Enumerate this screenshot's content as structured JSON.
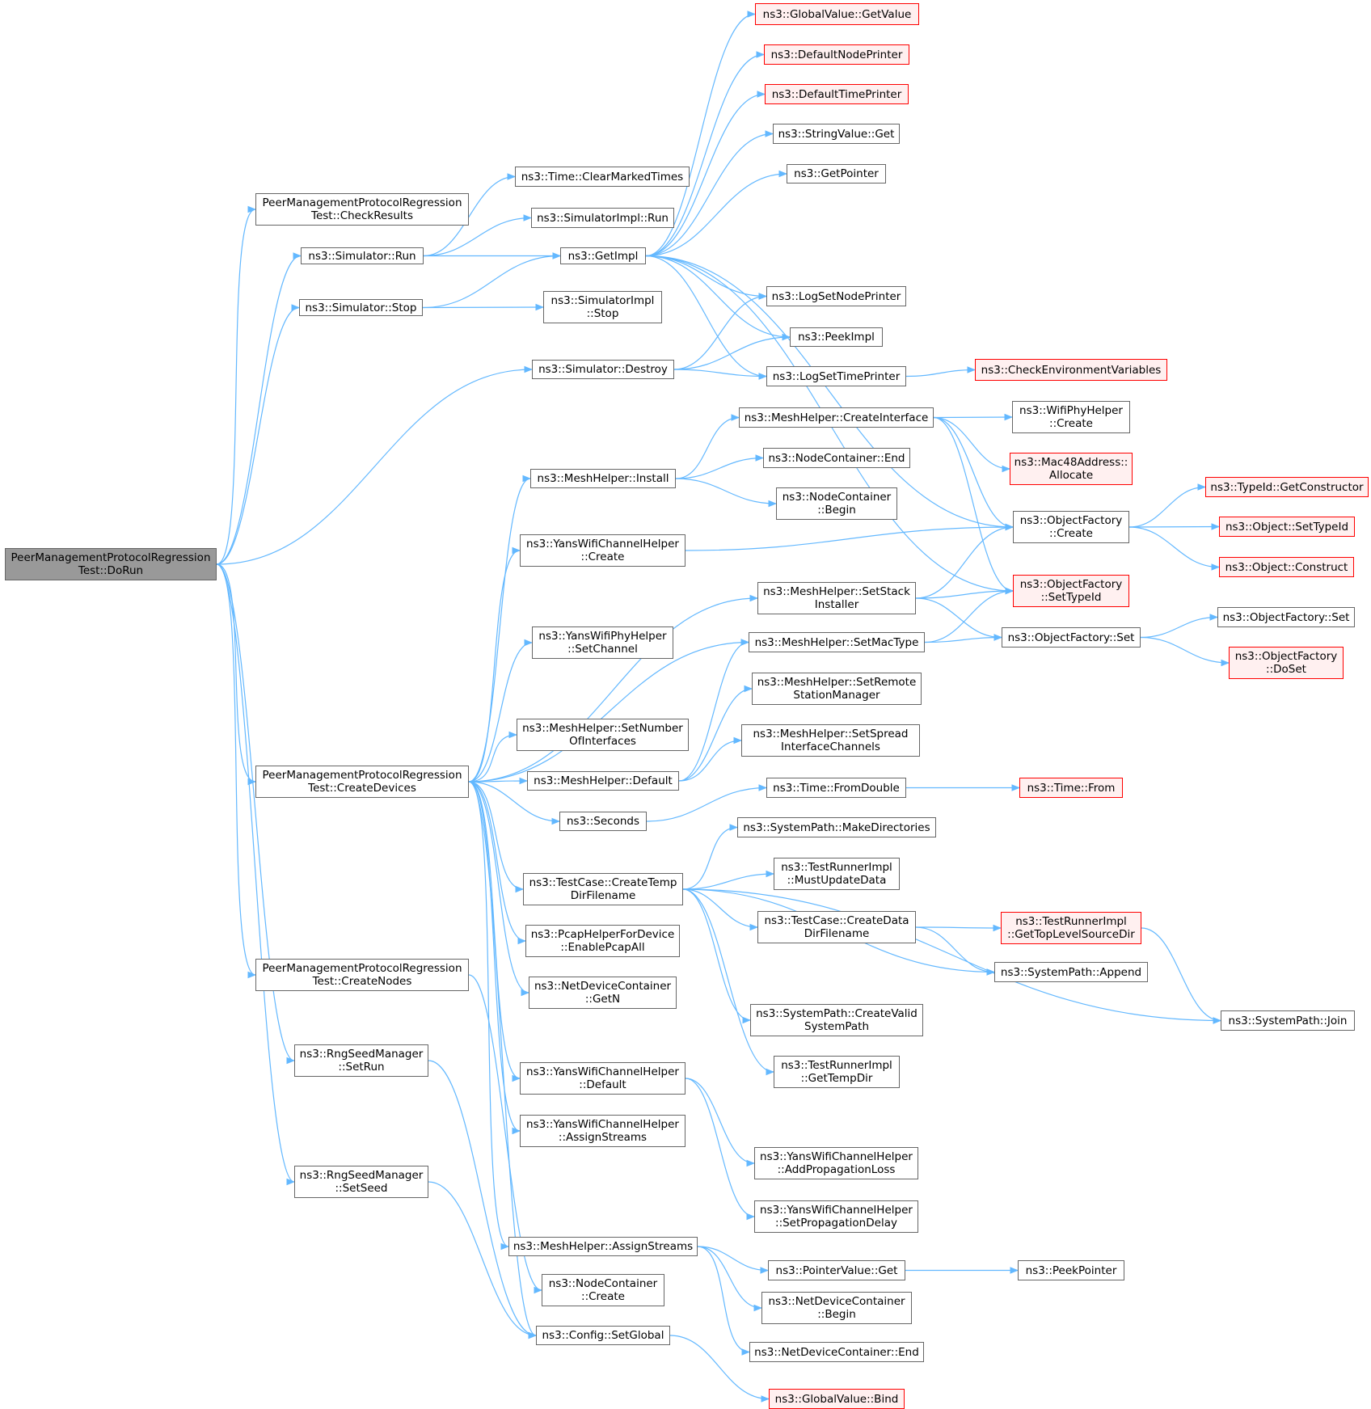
{
  "colors": {
    "edge": "#63b8ff",
    "node_border": "#666666",
    "missing_border": "#ff0000",
    "missing_fill": "#fff0f0",
    "root_fill": "#999999"
  },
  "nodes": [
    {
      "id": "dorun",
      "lines": [
        "PeerManagementProtocolRegression",
        "Test::DoRun"
      ],
      "style": "root"
    },
    {
      "id": "checkresults",
      "lines": [
        "PeerManagementProtocolRegression",
        "Test::CheckResults"
      ]
    },
    {
      "id": "simrun",
      "lines": [
        "ns3::Simulator::Run"
      ]
    },
    {
      "id": "simstop",
      "lines": [
        "ns3::Simulator::Stop"
      ]
    },
    {
      "id": "createdevices",
      "lines": [
        "PeerManagementProtocolRegression",
        "Test::CreateDevices"
      ]
    },
    {
      "id": "createnodes",
      "lines": [
        "PeerManagementProtocolRegression",
        "Test::CreateNodes"
      ]
    },
    {
      "id": "rngsetrun",
      "lines": [
        "ns3::RngSeedManager",
        "::SetRun"
      ]
    },
    {
      "id": "rngsetseed",
      "lines": [
        "ns3::RngSeedManager",
        "::SetSeed"
      ]
    },
    {
      "id": "clearmarked",
      "lines": [
        "ns3::Time::ClearMarkedTimes"
      ]
    },
    {
      "id": "simimplrun",
      "lines": [
        "ns3::SimulatorImpl::Run"
      ]
    },
    {
      "id": "getimpl",
      "lines": [
        "ns3::GetImpl"
      ]
    },
    {
      "id": "simimplstop",
      "lines": [
        "ns3::SimulatorImpl",
        "::Stop"
      ]
    },
    {
      "id": "simdestroy",
      "lines": [
        "ns3::Simulator::Destroy"
      ]
    },
    {
      "id": "meshinstall",
      "lines": [
        "ns3::MeshHelper::Install"
      ]
    },
    {
      "id": "yanschcreate",
      "lines": [
        "ns3::YansWifiChannelHelper",
        "::Create"
      ]
    },
    {
      "id": "yansphysetch",
      "lines": [
        "ns3::YansWifiPhyHelper",
        "::SetChannel"
      ]
    },
    {
      "id": "meshsetnum",
      "lines": [
        "ns3::MeshHelper::SetNumber",
        "OfInterfaces"
      ]
    },
    {
      "id": "meshdefault",
      "lines": [
        "ns3::MeshHelper::Default"
      ]
    },
    {
      "id": "seconds",
      "lines": [
        "ns3::Seconds"
      ]
    },
    {
      "id": "createtemp",
      "lines": [
        "ns3::TestCase::CreateTemp",
        "DirFilename"
      ]
    },
    {
      "id": "pcapall",
      "lines": [
        "ns3::PcapHelperForDevice",
        "::EnablePcapAll"
      ]
    },
    {
      "id": "ndcgetn",
      "lines": [
        "ns3::NetDeviceContainer",
        "::GetN"
      ]
    },
    {
      "id": "yanschdefault",
      "lines": [
        "ns3::YansWifiChannelHelper",
        "::Default"
      ]
    },
    {
      "id": "yanschassign",
      "lines": [
        "ns3::YansWifiChannelHelper",
        "::AssignStreams"
      ]
    },
    {
      "id": "meshassign",
      "lines": [
        "ns3::MeshHelper::AssignStreams"
      ]
    },
    {
      "id": "nccreate",
      "lines": [
        "ns3::NodeContainer",
        "::Create"
      ]
    },
    {
      "id": "setglobal",
      "lines": [
        "ns3::Config::SetGlobal"
      ]
    },
    {
      "id": "gvgetvalue",
      "lines": [
        "ns3::GlobalValue::GetValue"
      ],
      "style": "red"
    },
    {
      "id": "defnodeprinter",
      "lines": [
        "ns3::DefaultNodePrinter"
      ],
      "style": "red"
    },
    {
      "id": "deftimeprinter",
      "lines": [
        "ns3::DefaultTimePrinter"
      ],
      "style": "red"
    },
    {
      "id": "stringvalget",
      "lines": [
        "ns3::StringValue::Get"
      ]
    },
    {
      "id": "getpointer",
      "lines": [
        "ns3::GetPointer"
      ]
    },
    {
      "id": "logsetnode",
      "lines": [
        "ns3::LogSetNodePrinter"
      ]
    },
    {
      "id": "peekimpl",
      "lines": [
        "ns3::PeekImpl"
      ]
    },
    {
      "id": "logsettime",
      "lines": [
        "ns3::LogSetTimePrinter"
      ]
    },
    {
      "id": "meshcreateif",
      "lines": [
        "ns3::MeshHelper::CreateInterface"
      ]
    },
    {
      "id": "ncend",
      "lines": [
        "ns3::NodeContainer::End"
      ]
    },
    {
      "id": "ncbegin",
      "lines": [
        "ns3::NodeContainer",
        "::Begin"
      ]
    },
    {
      "id": "meshsetstack",
      "lines": [
        "ns3::MeshHelper::SetStack",
        "Installer"
      ]
    },
    {
      "id": "meshsetmac",
      "lines": [
        "ns3::MeshHelper::SetMacType"
      ]
    },
    {
      "id": "meshsetremote",
      "lines": [
        "ns3::MeshHelper::SetRemote",
        "StationManager"
      ]
    },
    {
      "id": "meshsetspread",
      "lines": [
        "ns3::MeshHelper::SetSpread",
        "InterfaceChannels"
      ]
    },
    {
      "id": "timefromdouble",
      "lines": [
        "ns3::Time::FromDouble"
      ]
    },
    {
      "id": "makedirs",
      "lines": [
        "ns3::SystemPath::MakeDirectories"
      ]
    },
    {
      "id": "mustupdate",
      "lines": [
        "ns3::TestRunnerImpl",
        "::MustUpdateData"
      ]
    },
    {
      "id": "createdata",
      "lines": [
        "ns3::TestCase::CreateData",
        "DirFilename"
      ]
    },
    {
      "id": "createvalid",
      "lines": [
        "ns3::SystemPath::CreateValid",
        "SystemPath"
      ]
    },
    {
      "id": "gettempdir",
      "lines": [
        "ns3::TestRunnerImpl",
        "::GetTempDir"
      ]
    },
    {
      "id": "addprop",
      "lines": [
        "ns3::YansWifiChannelHelper",
        "::AddPropagationLoss"
      ]
    },
    {
      "id": "setpropdelay",
      "lines": [
        "ns3::YansWifiChannelHelper",
        "::SetPropagationDelay"
      ]
    },
    {
      "id": "ptrvalget",
      "lines": [
        "ns3::PointerValue::Get"
      ]
    },
    {
      "id": "ndcbegin",
      "lines": [
        "ns3::NetDeviceContainer",
        "::Begin"
      ]
    },
    {
      "id": "ndcend",
      "lines": [
        "ns3::NetDeviceContainer::End"
      ]
    },
    {
      "id": "gvbind",
      "lines": [
        "ns3::GlobalValue::Bind"
      ],
      "style": "red"
    },
    {
      "id": "checkenv",
      "lines": [
        "ns3::CheckEnvironmentVariables"
      ],
      "style": "red"
    },
    {
      "id": "wifiphycreate",
      "lines": [
        "ns3::WifiPhyHelper",
        "::Create"
      ]
    },
    {
      "id": "mac48alloc",
      "lines": [
        "ns3::Mac48Address::",
        "Allocate"
      ],
      "style": "red"
    },
    {
      "id": "ofcreate",
      "lines": [
        "ns3::ObjectFactory",
        "::Create"
      ]
    },
    {
      "id": "ofsettypeid",
      "lines": [
        "ns3::ObjectFactory",
        "::SetTypeId"
      ],
      "style": "red"
    },
    {
      "id": "ofset",
      "lines": [
        "ns3::ObjectFactory::Set"
      ]
    },
    {
      "id": "timefrom",
      "lines": [
        "ns3::Time::From"
      ],
      "style": "red"
    },
    {
      "id": "gettoplevel",
      "lines": [
        "ns3::TestRunnerImpl",
        "::GetTopLevelSourceDir"
      ],
      "style": "red"
    },
    {
      "id": "sysappend",
      "lines": [
        "ns3::SystemPath::Append"
      ]
    },
    {
      "id": "peekpointer",
      "lines": [
        "ns3::PeekPointer"
      ]
    },
    {
      "id": "tidgetctor",
      "lines": [
        "ns3::TypeId::GetConstructor"
      ],
      "style": "red"
    },
    {
      "id": "objsettypeid",
      "lines": [
        "ns3::Object::SetTypeId"
      ],
      "style": "red"
    },
    {
      "id": "objconstruct",
      "lines": [
        "ns3::Object::Construct"
      ],
      "style": "red"
    },
    {
      "id": "ofset2",
      "lines": [
        "ns3::ObjectFactory::Set"
      ]
    },
    {
      "id": "ofdoset",
      "lines": [
        "ns3::ObjectFactory",
        "::DoSet"
      ],
      "style": "red"
    },
    {
      "id": "sysjoin",
      "lines": [
        "ns3::SystemPath::Join"
      ]
    }
  ],
  "edges": [
    [
      "dorun",
      "checkresults"
    ],
    [
      "dorun",
      "simrun"
    ],
    [
      "dorun",
      "simstop"
    ],
    [
      "dorun",
      "simdestroy"
    ],
    [
      "dorun",
      "createdevices"
    ],
    [
      "dorun",
      "createnodes"
    ],
    [
      "dorun",
      "rngsetrun"
    ],
    [
      "dorun",
      "rngsetseed"
    ],
    [
      "simrun",
      "clearmarked"
    ],
    [
      "simrun",
      "simimplrun"
    ],
    [
      "simrun",
      "getimpl"
    ],
    [
      "simstop",
      "getimpl"
    ],
    [
      "simstop",
      "simimplstop"
    ],
    [
      "getimpl",
      "gvgetvalue"
    ],
    [
      "getimpl",
      "defnodeprinter"
    ],
    [
      "getimpl",
      "deftimeprinter"
    ],
    [
      "getimpl",
      "stringvalget"
    ],
    [
      "getimpl",
      "getpointer"
    ],
    [
      "getimpl",
      "logsetnode"
    ],
    [
      "getimpl",
      "peekimpl"
    ],
    [
      "getimpl",
      "logsettime"
    ],
    [
      "getimpl",
      "ofcreate"
    ],
    [
      "getimpl",
      "ofsettypeid"
    ],
    [
      "simdestroy",
      "logsetnode"
    ],
    [
      "simdestroy",
      "peekimpl"
    ],
    [
      "simdestroy",
      "logsettime"
    ],
    [
      "logsettime",
      "checkenv"
    ],
    [
      "createdevices",
      "meshinstall"
    ],
    [
      "createdevices",
      "yanschcreate"
    ],
    [
      "createdevices",
      "meshsetstack"
    ],
    [
      "createdevices",
      "yansphysetch"
    ],
    [
      "createdevices",
      "meshsetmac"
    ],
    [
      "createdevices",
      "meshsetnum"
    ],
    [
      "createdevices",
      "meshdefault"
    ],
    [
      "createdevices",
      "seconds"
    ],
    [
      "createdevices",
      "createtemp"
    ],
    [
      "createdevices",
      "pcapall"
    ],
    [
      "createdevices",
      "ndcgetn"
    ],
    [
      "createdevices",
      "yanschdefault"
    ],
    [
      "createdevices",
      "yanschassign"
    ],
    [
      "createdevices",
      "meshassign"
    ],
    [
      "createdevices",
      "setglobal"
    ],
    [
      "createnodes",
      "nccreate"
    ],
    [
      "rngsetrun",
      "setglobal"
    ],
    [
      "rngsetseed",
      "setglobal"
    ],
    [
      "meshinstall",
      "meshcreateif"
    ],
    [
      "meshinstall",
      "ncend"
    ],
    [
      "meshinstall",
      "ncbegin"
    ],
    [
      "meshcreateif",
      "wifiphycreate"
    ],
    [
      "meshcreateif",
      "mac48alloc"
    ],
    [
      "meshcreateif",
      "ofcreate"
    ],
    [
      "meshcreateif",
      "ofsettypeid"
    ],
    [
      "yanschcreate",
      "ofcreate"
    ],
    [
      "meshsetstack",
      "ofcreate"
    ],
    [
      "meshsetstack",
      "ofsettypeid"
    ],
    [
      "meshsetstack",
      "ofset"
    ],
    [
      "meshsetmac",
      "ofsettypeid"
    ],
    [
      "meshsetmac",
      "ofset"
    ],
    [
      "meshdefault",
      "meshsetmac"
    ],
    [
      "meshdefault",
      "meshsetremote"
    ],
    [
      "meshdefault",
      "meshsetspread"
    ],
    [
      "seconds",
      "timefromdouble"
    ],
    [
      "timefromdouble",
      "timefrom"
    ],
    [
      "createtemp",
      "makedirs"
    ],
    [
      "createtemp",
      "mustupdate"
    ],
    [
      "createtemp",
      "createdata"
    ],
    [
      "createtemp",
      "sysappend"
    ],
    [
      "createtemp",
      "createvalid"
    ],
    [
      "createtemp",
      "gettempdir"
    ],
    [
      "createtemp",
      "sysjoin"
    ],
    [
      "createdata",
      "gettoplevel"
    ],
    [
      "createdata",
      "sysappend"
    ],
    [
      "gettoplevel",
      "sysjoin"
    ],
    [
      "yanschdefault",
      "addprop"
    ],
    [
      "yanschdefault",
      "setpropdelay"
    ],
    [
      "meshassign",
      "ptrvalget"
    ],
    [
      "meshassign",
      "ndcbegin"
    ],
    [
      "meshassign",
      "ndcend"
    ],
    [
      "ptrvalget",
      "peekpointer"
    ],
    [
      "setglobal",
      "gvbind"
    ],
    [
      "ofcreate",
      "tidgetctor"
    ],
    [
      "ofcreate",
      "objsettypeid"
    ],
    [
      "ofcreate",
      "objconstruct"
    ],
    [
      "ofset",
      "ofset2"
    ],
    [
      "ofset",
      "ofdoset"
    ]
  ]
}
